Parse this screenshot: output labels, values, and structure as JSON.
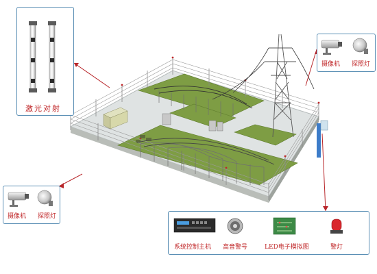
{
  "labels": {
    "laser": "激光对射",
    "camera": "摄像机",
    "floodlight": "探照灯",
    "host": "系统控制主机",
    "siren": "高音警号",
    "led_map": "LED电子模拟图",
    "alarm_lamp": "警灯"
  },
  "colors": {
    "accent_red": "#c0282a",
    "frame_blue": "#5a8fb5",
    "grass": "#7e9d44",
    "ground": "#dfe3e3"
  }
}
